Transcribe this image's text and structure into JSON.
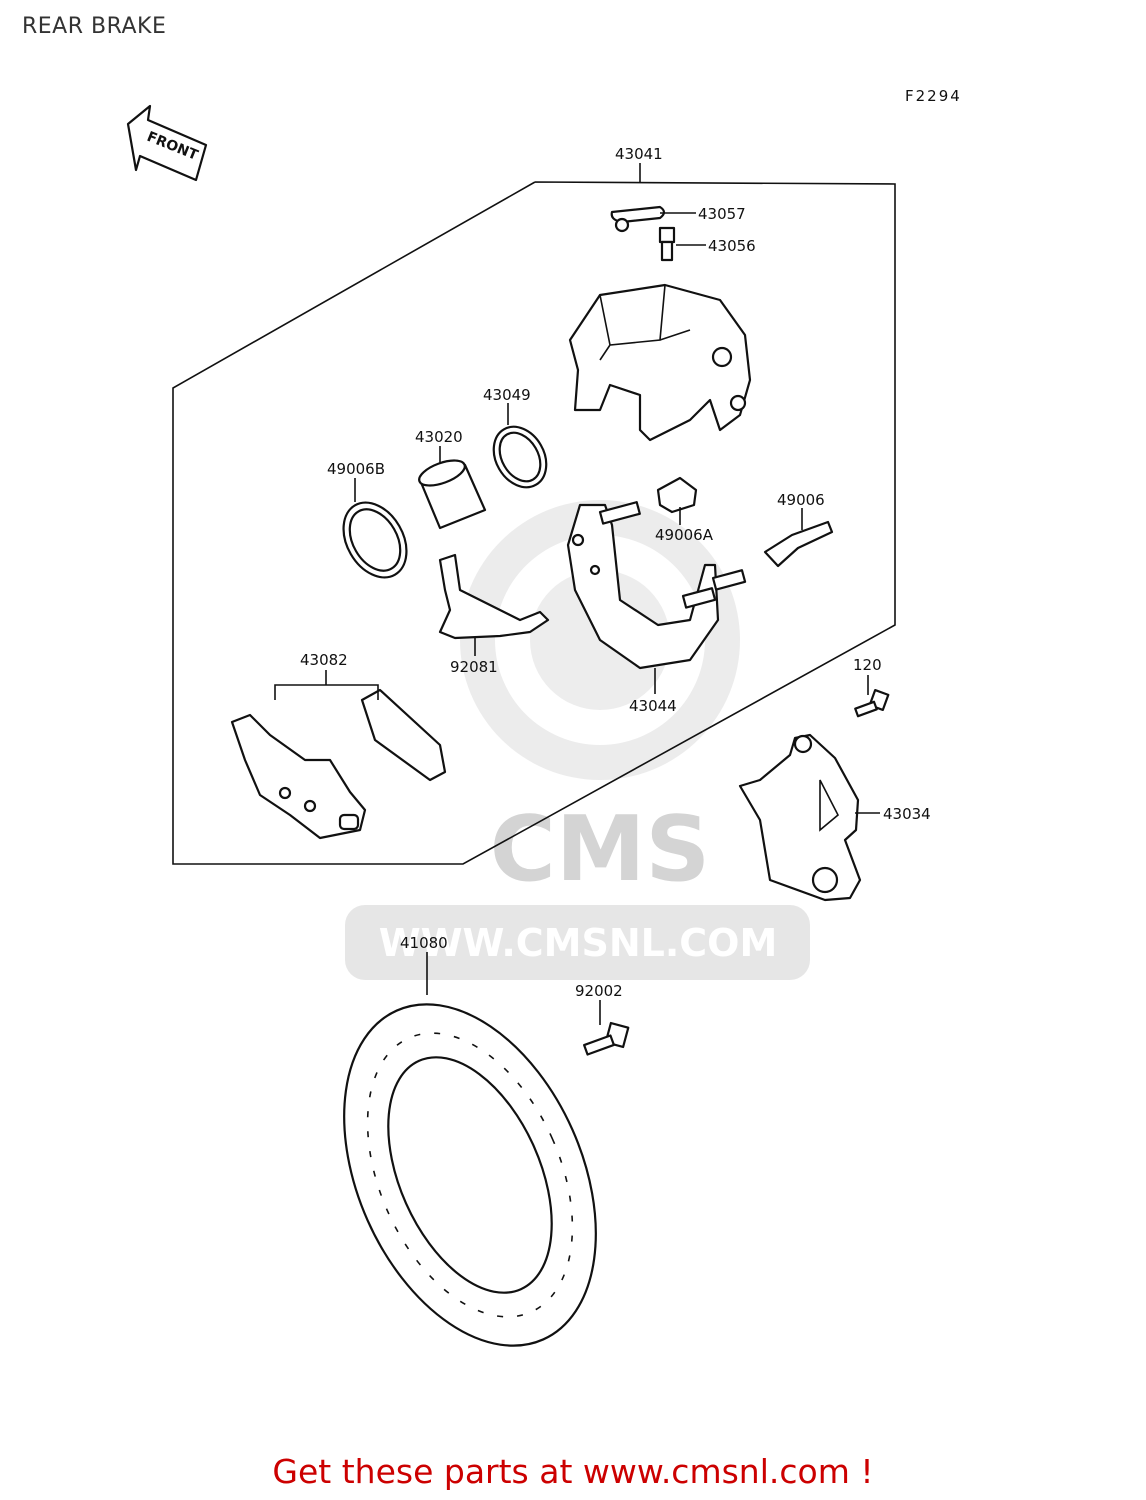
{
  "page": {
    "title": "REAR BRAKE",
    "figure_code": "F2294",
    "front_arrow": "FRONT"
  },
  "labels": {
    "l43041": "43041",
    "l43057": "43057",
    "l43056": "43056",
    "l43049": "43049",
    "l43020": "43020",
    "l49006B": "49006B",
    "l49006": "49006",
    "l49006A": "49006A",
    "l92081": "92081",
    "l43082": "43082",
    "l43044": "43044",
    "l120": "120",
    "l43034": "43034",
    "l41080": "41080",
    "l92002": "92002"
  },
  "watermark": {
    "brand": "CMS",
    "url": "WWW.CMSNL.COM"
  },
  "footer": {
    "text": "Get these parts at www.cmsnl.com !"
  },
  "colors": {
    "footer": "#cc0000",
    "watermark": "#dcdcdc",
    "line": "#111111"
  }
}
